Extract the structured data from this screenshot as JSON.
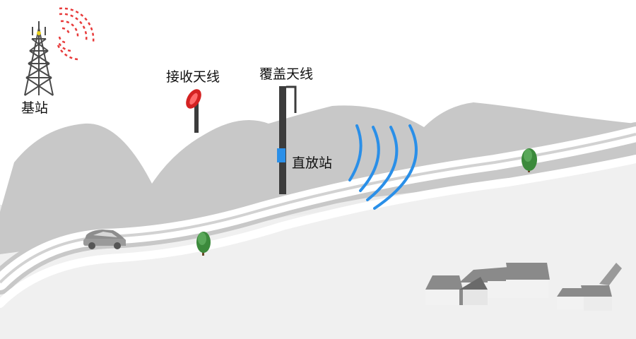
{
  "labels": {
    "base_station": "基站",
    "receive_antenna": "接收天线",
    "coverage_antenna": "覆盖天线",
    "repeater": "直放站"
  },
  "colors": {
    "mountain": "#c8c8c8",
    "road": "#ffffff",
    "ground": "#e8e8e8",
    "signal_red": "#e83a3a",
    "signal_blue": "#2a8fe8",
    "repeater_box": "#2a8fe8",
    "dish": "#d42222",
    "pole": "#3c3c3c",
    "tree": "#3c8a3c",
    "house_wall": "#f2f2f2",
    "house_roof": "#8a8a8a"
  },
  "icons": [
    "tower-icon",
    "satellite-dish-icon",
    "car-icon",
    "tree-icon",
    "house-icon",
    "signal-wave-icon"
  ]
}
